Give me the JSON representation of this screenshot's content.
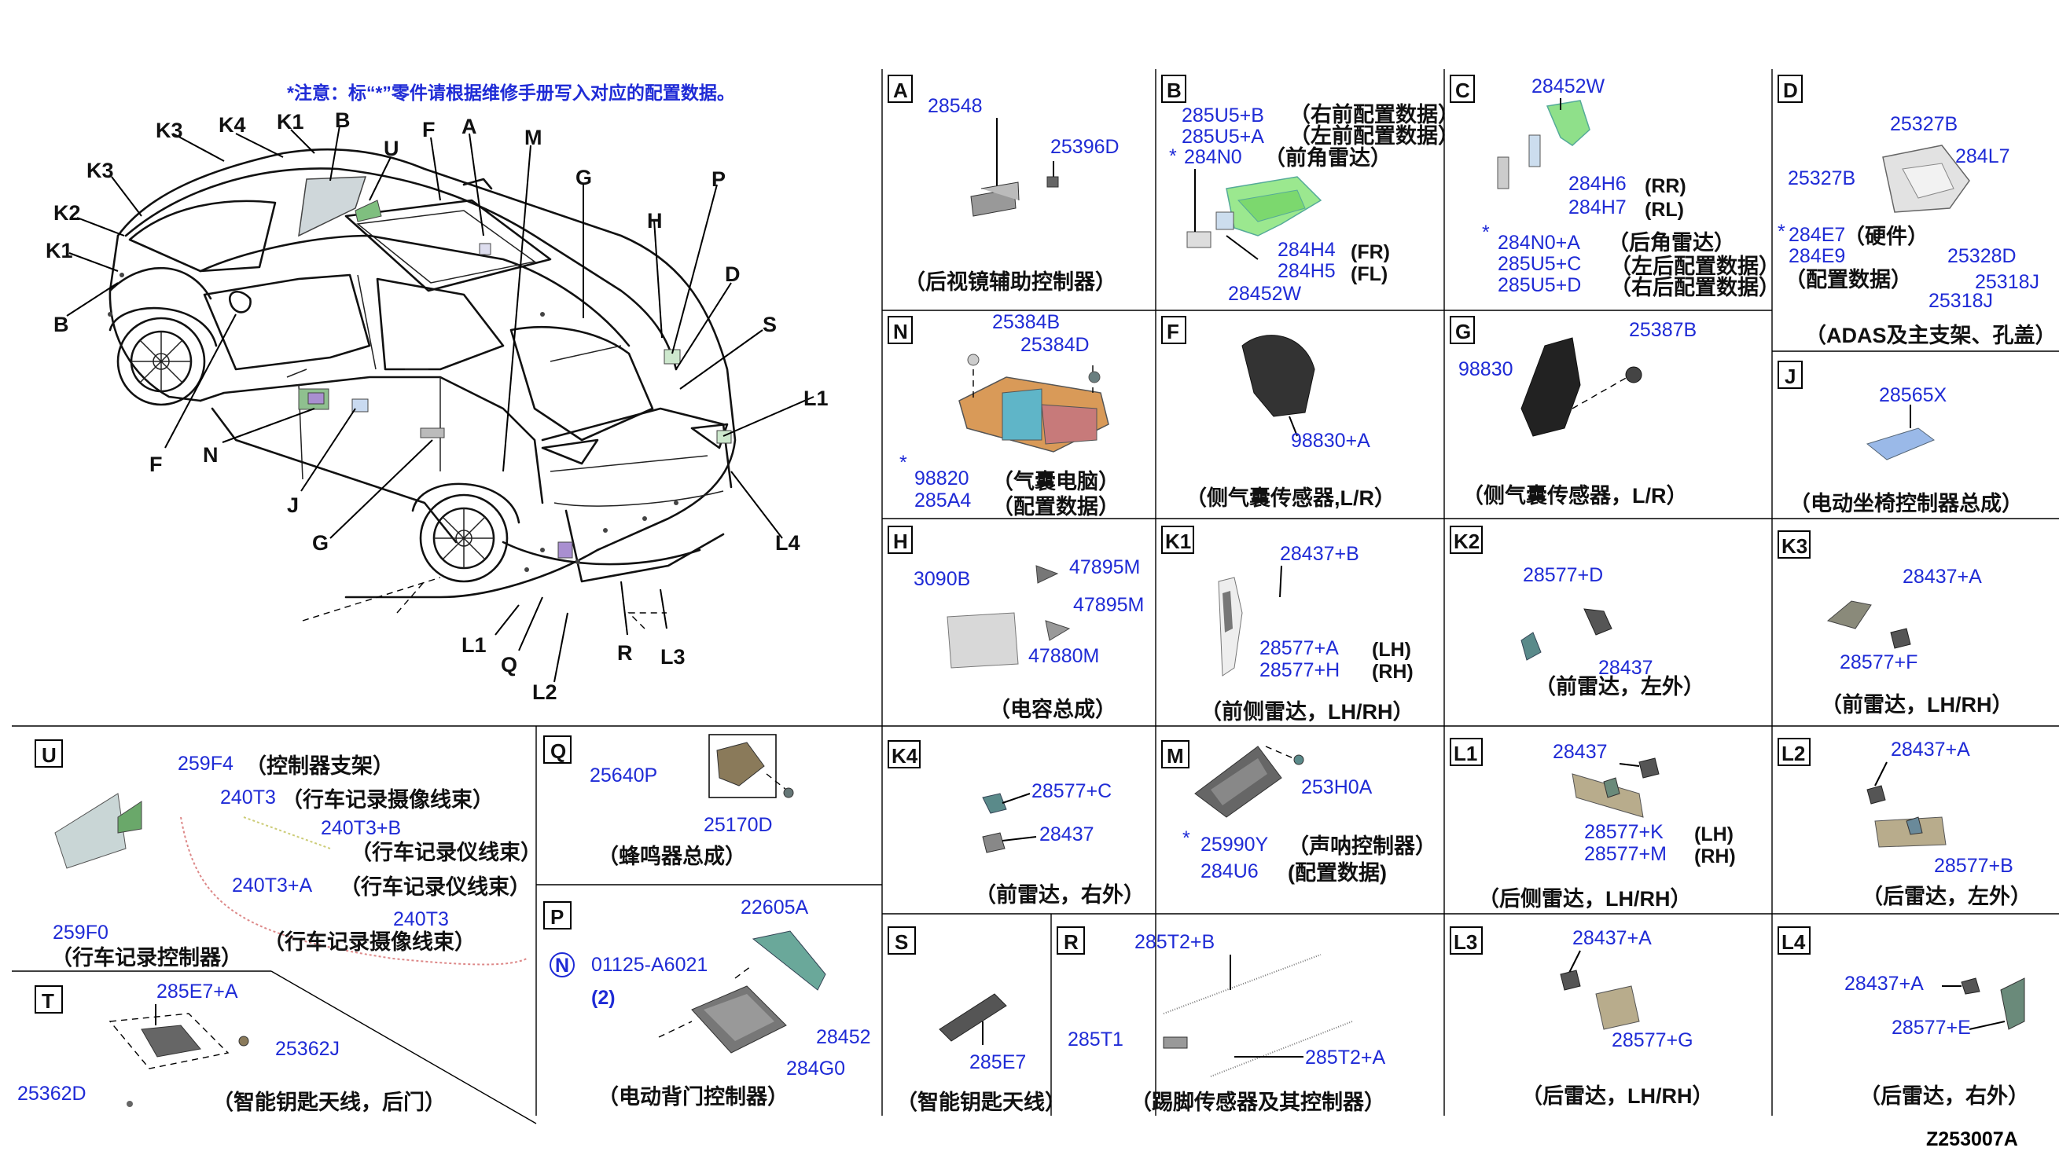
{
  "note": "*注意：标“*”零件请根据维修手册写入对应的配置数据。",
  "figure_code": "Z253007A",
  "car_callouts": [
    "K3",
    "K4",
    "K1",
    "B",
    "U",
    "F",
    "A",
    "M",
    "K3",
    "K2",
    "K1",
    "B",
    "G",
    "H",
    "P",
    "D",
    "S",
    "L1",
    "F",
    "N",
    "J",
    "G",
    "L4",
    "L1",
    "Q",
    "L2",
    "R",
    "L3"
  ],
  "panels": {
    "A": {
      "code": "A",
      "parts": [
        "28548",
        "25396D"
      ],
      "caption": "（后视镜辅助控制器）"
    },
    "B": {
      "code": "B",
      "parts": [
        "285U5+B",
        "285U5+A",
        "*",
        "284N0",
        "284H4",
        "284H5",
        "28452W"
      ],
      "labels": [
        "（右前配置数据）",
        "（左前配置数据）",
        "（前角雷达）",
        "(FR)",
        "(FL)"
      ]
    },
    "C": {
      "code": "C",
      "parts": [
        "28452W",
        "284H6",
        "284H7",
        "*",
        "284N0+A",
        "285U5+C",
        "285U5+D"
      ],
      "labels": [
        "(RR)",
        "(RL)",
        "（后角雷达）",
        "（左后配置数据）",
        "（右后配置数据）"
      ]
    },
    "D": {
      "code": "D",
      "parts": [
        "25327B",
        "284L7",
        "25327B",
        "*",
        "284E7",
        "284E9",
        "25328D",
        "25318J",
        "25318J"
      ],
      "labels": [
        "（硬件）",
        "（配置数据）"
      ],
      "caption": "（ADAS及主支架、孔盖）"
    },
    "N": {
      "code": "N",
      "parts": [
        "25384B",
        "25384D",
        "*",
        "98820",
        "285A4"
      ],
      "labels": [
        "（气囊电脑）",
        "（配置数据）"
      ]
    },
    "F": {
      "code": "F",
      "parts": [
        "98830+A"
      ],
      "caption": "（侧气囊传感器,L/R）"
    },
    "G": {
      "code": "G",
      "parts": [
        "25387B",
        "98830"
      ],
      "caption": "（侧气囊传感器，L/R）"
    },
    "J": {
      "code": "J",
      "parts": [
        "28565X"
      ],
      "caption": "（电动坐椅控制器总成）"
    },
    "H": {
      "code": "H",
      "parts": [
        "3090B",
        "47895M",
        "47895M",
        "47880M"
      ],
      "caption": "（电容总成）"
    },
    "K1": {
      "code": "K1",
      "parts": [
        "28437+B",
        "28577+A",
        "28577+H"
      ],
      "labels": [
        "(LH)",
        "(RH)"
      ],
      "caption": "（前侧雷达，LH/RH）"
    },
    "K2": {
      "code": "K2",
      "parts": [
        "28577+D",
        "28437"
      ],
      "caption": "（前雷达，左外）"
    },
    "K3": {
      "code": "K3",
      "parts": [
        "28437+A",
        "28577+F"
      ],
      "caption": "（前雷达，LH/RH）"
    },
    "U": {
      "code": "U",
      "parts": [
        "259F4",
        "240T3",
        "240T3+B",
        "240T3+A",
        "240T3",
        "259F0"
      ],
      "labels": [
        "（控制器支架）",
        "（行车记录摄像线束）",
        "（行车记录仪线束）",
        "（行车记录仪线束）",
        "（行车记录摄像线束）"
      ],
      "caption": "（行车记录控制器）"
    },
    "Q": {
      "code": "Q",
      "parts": [
        "25640P",
        "25170D"
      ],
      "caption": "（蜂鸣器总成）"
    },
    "K4": {
      "code": "K4",
      "parts": [
        "28577+C",
        "28437"
      ],
      "caption": "（前雷达，右外）"
    },
    "M": {
      "code": "M",
      "parts": [
        "253H0A",
        "*",
        "25990Y",
        "284U6"
      ],
      "labels": [
        "（声呐控制器）",
        "(配置数据)"
      ]
    },
    "L1": {
      "code": "L1",
      "parts": [
        "28437",
        "28577+K",
        "28577+M"
      ],
      "labels": [
        "(LH)",
        "(RH)"
      ],
      "caption": "（后侧雷达，LH/RH）"
    },
    "L2": {
      "code": "L2",
      "parts": [
        "28437+A",
        "28577+B"
      ],
      "caption": "（后雷达，左外）"
    },
    "P": {
      "code": "P",
      "parts": [
        "22605A",
        "01125-A6021",
        "(2)",
        "28452",
        "284G0"
      ],
      "circled": "N",
      "caption": "（电动背门控制器）"
    },
    "T": {
      "code": "T",
      "parts": [
        "285E7+A",
        "25362J",
        "25362D"
      ],
      "caption": "（智能钥匙天线，后门）"
    },
    "S": {
      "code": "S",
      "parts": [
        "285E7"
      ],
      "caption": "（智能钥匙天线）"
    },
    "R": {
      "code": "R",
      "parts": [
        "285T2+B",
        "285T1",
        "285T2+A"
      ],
      "caption": "（踢脚传感器及其控制器）"
    },
    "L3": {
      "code": "L3",
      "parts": [
        "28437+A",
        "28577+G"
      ],
      "caption": "（后雷达，LH/RH）"
    },
    "L4": {
      "code": "L4",
      "parts": [
        "28437+A",
        "28577+E"
      ],
      "caption": "（后雷达，右外）"
    }
  }
}
